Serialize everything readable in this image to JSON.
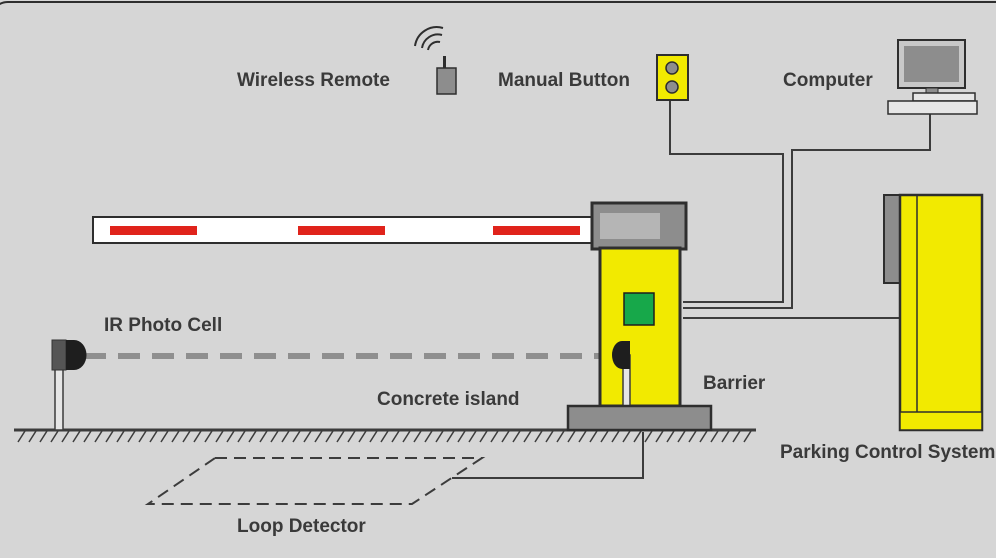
{
  "labels": {
    "wireless_remote": "Wireless Remote",
    "manual_button": "Manual Button",
    "computer": "Computer",
    "ir_photo_cell": "IR Photo Cell",
    "barrier": "Barrier",
    "concrete_island": "Concrete island",
    "parking_control_system": "Parking Control System",
    "loop_detector": "Loop Detector"
  },
  "colors": {
    "background": "#d9d9d9",
    "panel": "#d6d6d6",
    "barrier_yellow": "#f2ea00",
    "arm_stripe": "#e0231b",
    "status_green": "#17a84a",
    "housing_gray": "#8d8d8d",
    "line_dark": "#3c3c3c"
  },
  "icons": {
    "remote": "wireless-remote-icon",
    "button": "manual-button-icon",
    "computer": "computer-icon",
    "photocell": "ir-photo-cell-icon"
  }
}
